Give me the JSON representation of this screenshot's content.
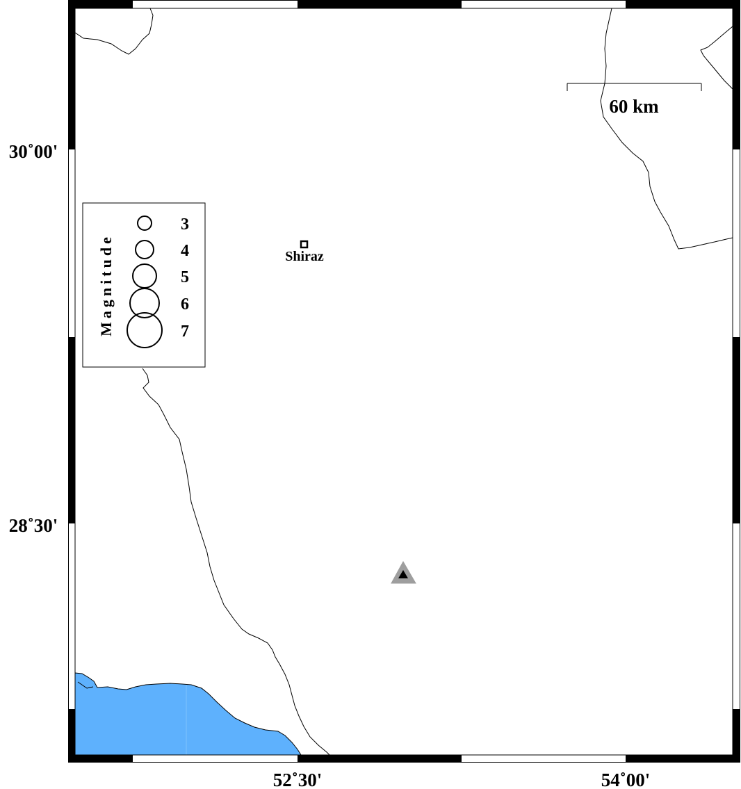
{
  "map": {
    "lon_labels": [
      "52˚30'",
      "54˚00'"
    ],
    "lat_labels": [
      "30˚00'",
      "28˚30'"
    ],
    "sea_color": "#5eb1fd",
    "border_color": "#000000",
    "station_color": "#9e9e9e"
  },
  "legend": {
    "title": "Magnitude",
    "magnitudes": [
      "3",
      "4",
      "5",
      "6",
      "7"
    ]
  },
  "city": {
    "name": "Shiraz"
  },
  "scale_bar": {
    "label": "60 km"
  },
  "station": {
    "marker": "triangle-icon"
  }
}
